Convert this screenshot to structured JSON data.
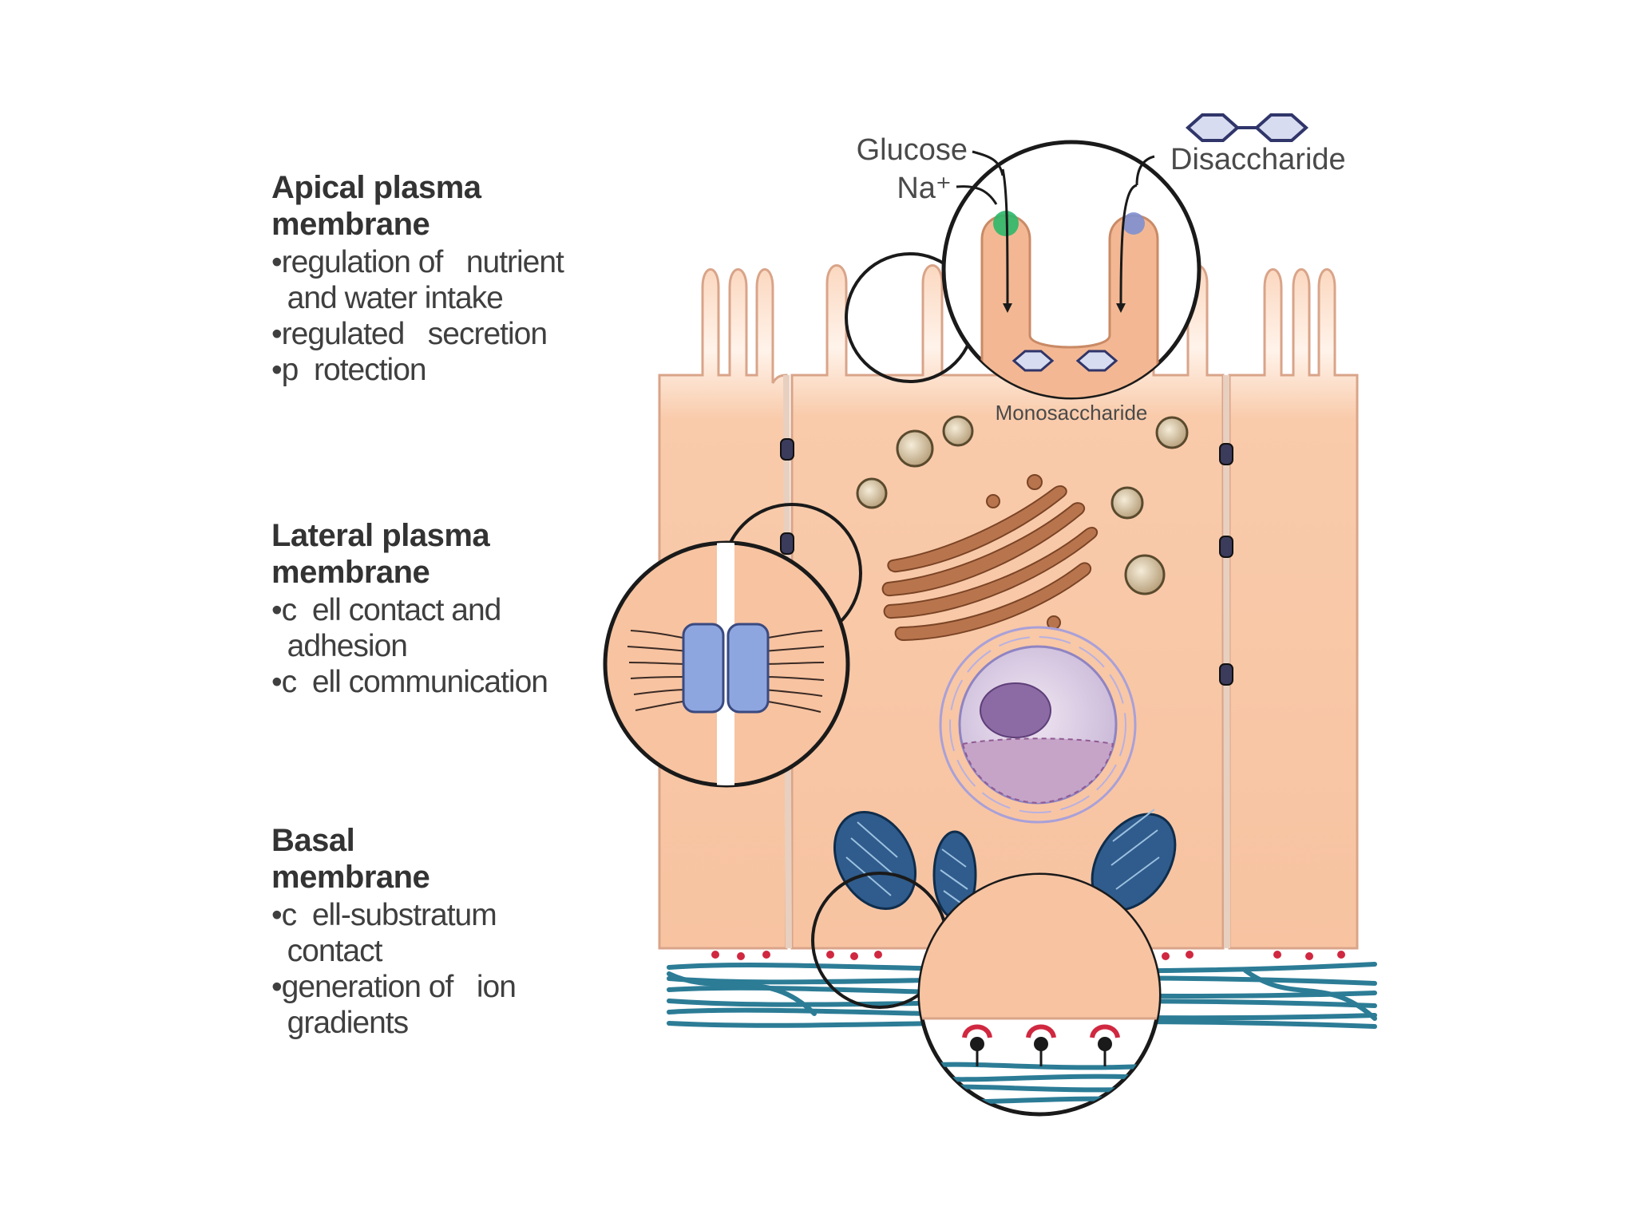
{
  "sections": {
    "apical": {
      "heading": "Apical plasma membrane",
      "heading_lines": [
        "Apical plasma",
        "membrane"
      ],
      "bullets": [
        "•regulation of   nutrient",
        "  and water intake",
        "•regulated   secretion",
        "•p  rotection"
      ]
    },
    "lateral": {
      "heading": "Lateral plasma membrane",
      "heading_lines": [
        "Lateral plasma",
        "membrane"
      ],
      "bullets": [
        "•c  ell contact and",
        "  adhesion",
        "•c  ell communication"
      ]
    },
    "basal": {
      "heading": "Basal membrane",
      "heading_lines": [
        "Basal",
        "membrane"
      ],
      "bullets": [
        "•c  ell-substratum",
        "  contact",
        "•generation of   ion",
        "  gradients"
      ]
    }
  },
  "labels": {
    "glucose": "Glucose",
    "na": "Na⁺",
    "disaccharide": "Disaccharide",
    "monosaccharide": "Monosaccharide"
  },
  "colors": {
    "cytoplasm": "#f8c8a8",
    "membrane": "#d9a489",
    "golgi": "#b5744f",
    "vesicle": "#d8c8a8",
    "nucleus": "#d7c8e0",
    "nucleolus": "#8c6aa4",
    "mitochondria": "#2f5c8c",
    "basal_lamina": "#2c7c96",
    "junction_protein": "#8ea6e0",
    "glucose_site": "#2cb86a",
    "disaccharide_site": "#8090d0",
    "integrin": "#d02840",
    "outline": "#1a1a1a"
  }
}
